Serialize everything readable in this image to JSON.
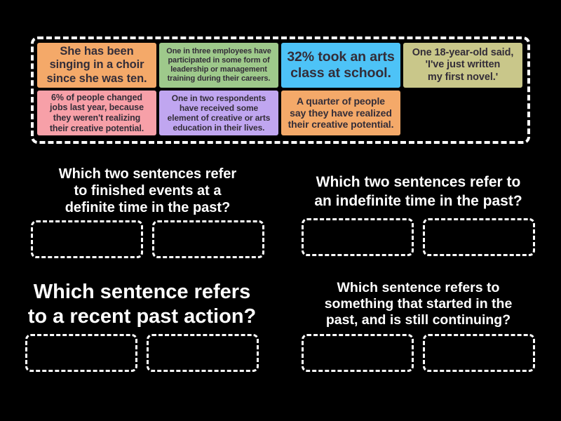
{
  "board": {
    "background_color": "#000000",
    "tray_border_color": "#ffffff",
    "slot_border_color": "#ffffff",
    "question_text_color": "#ffffff",
    "card_text_color": "#332d38"
  },
  "tray": {
    "cards": [
      {
        "text": "She has been\nsinging in a choir\nsince she was ten.",
        "color": "#F4A969"
      },
      {
        "text": "One in three employees have\nparticipated in some form of\nleadership or management\ntraining during their careers.",
        "color": "#9EC98B"
      },
      {
        "text": "32% took an arts\nclass at school.",
        "color": "#4DC3F7"
      },
      {
        "text": "One 18-year-old said,\n'I've just written\nmy first novel.'",
        "color": "#C9C78A"
      },
      {
        "text": "6% of people changed\njobs last year, because\nthey weren't realizing\ntheir creative potential.",
        "color": "#F7A0A8"
      },
      {
        "text": "One in two respondents\nhave received some\nelement of creative or arts\neducation in their lives.",
        "color": "#C0A6F0"
      },
      {
        "text": "A quarter of people\nsay they have realized\ntheir creative potential.",
        "color": "#F4A969"
      }
    ]
  },
  "questions": [
    {
      "title": "Which two sentences refer\nto finished events at a\ndefinite time in the past?",
      "slot_count": 2
    },
    {
      "title": "Which two sentences refer to\nan indefinite time in the past?",
      "slot_count": 2
    },
    {
      "title": "Which sentence refers\nto a recent past action?",
      "slot_count": 2
    },
    {
      "title": "Which sentence refers to\nsomething that started in the\npast, and is still continuing?",
      "slot_count": 2
    }
  ]
}
